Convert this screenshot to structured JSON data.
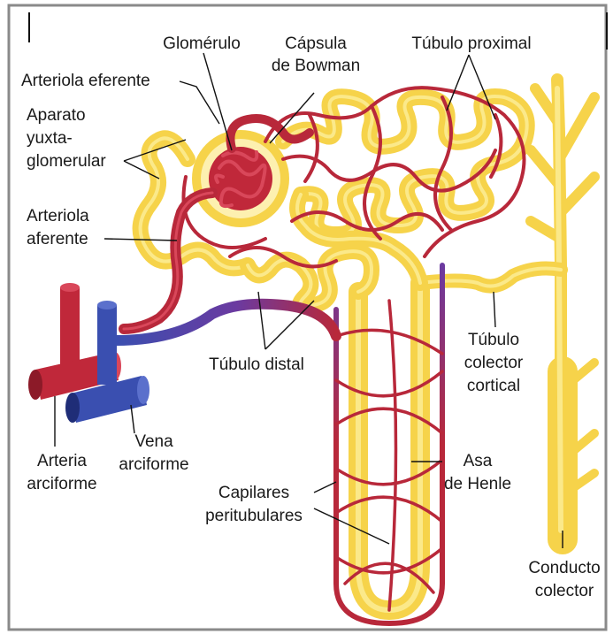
{
  "labels": {
    "glomerulo": "Glomérulo",
    "capsula_1": "Cápsula",
    "capsula_2": "de Bowman",
    "tubulo_proximal": "Túbulo proximal",
    "arteriola_eferente": "Arteriola eferente",
    "aparato_1": "Aparato",
    "aparato_2": "yuxta-",
    "aparato_3": "glomerular",
    "arteriola_aferente_1": "Arteriola",
    "arteriola_aferente_2": "aferente",
    "tubulo_distal": "Túbulo distal",
    "colector_cortical_1": "Túbulo",
    "colector_cortical_2": "colector",
    "colector_cortical_3": "cortical",
    "arteria_1": "Arteria",
    "arteria_2": "arciforme",
    "vena_1": "Vena",
    "vena_2": "arciforme",
    "asa_1": "Asa",
    "asa_2": "de Henle",
    "capilares_1": "Capilares",
    "capilares_2": "peritubulares",
    "conducto_1": "Conducto",
    "conducto_2": "colector"
  },
  "colors": {
    "tubule": "#f6d34a",
    "artery": "#c0283a",
    "vein": "#3a4fb0",
    "frame": "#8a8a8a"
  }
}
